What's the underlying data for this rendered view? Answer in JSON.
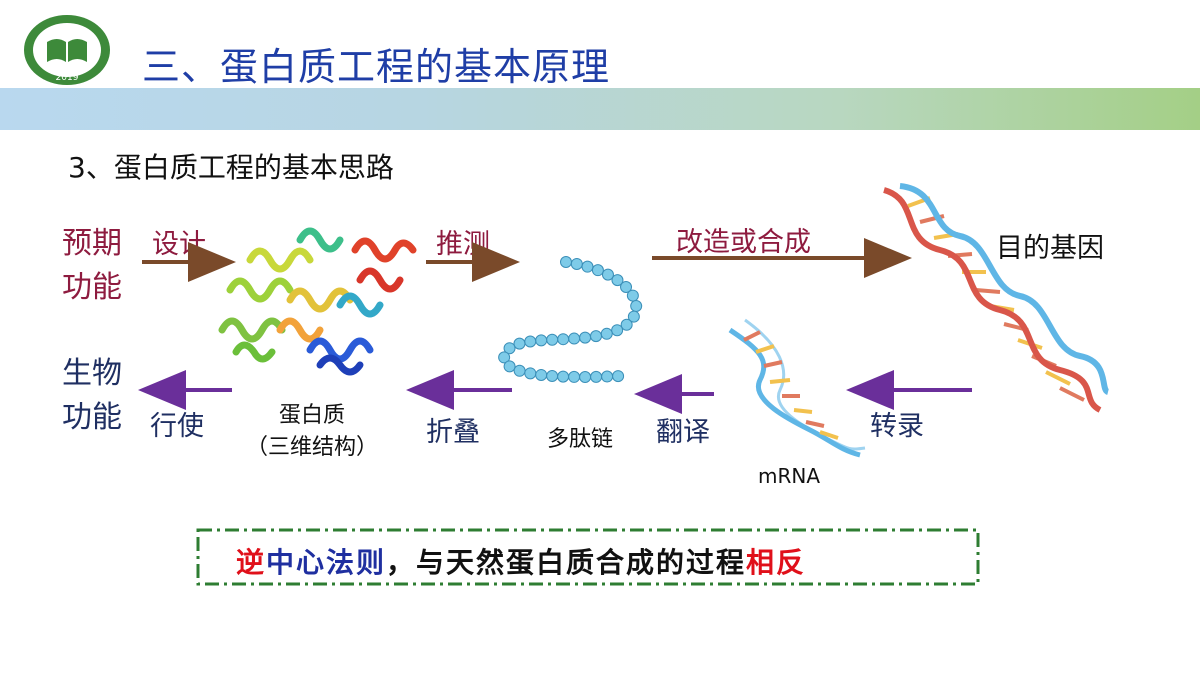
{
  "header": {
    "title": "三、蛋白质工程的基本原理",
    "logo_year": "2019"
  },
  "subtitle": "3、蛋白质工程的基本思路",
  "flow": {
    "top_start": [
      "预期",
      "功能"
    ],
    "bottom_end": [
      "生物",
      "功能"
    ],
    "steps_top": [
      "设计",
      "推测",
      "改造或合成"
    ],
    "steps_bottom": [
      "行使",
      "折叠",
      "翻译",
      "转录"
    ],
    "nodes": {
      "protein": [
        "蛋白质",
        "（三维结构）"
      ],
      "polypeptide": "多肽链",
      "mrna": "mRNA",
      "target_gene": "目的基因"
    }
  },
  "conclusion": {
    "part1": "逆",
    "part2": "中心法则",
    "part3": "，与天然蛋白质合成的过程",
    "part4": "相反"
  },
  "colors": {
    "title": "#1f3ea6",
    "top_text": "#8e1b3f",
    "bottom_text": "#1f2f62",
    "top_arrow": "#7a4a2a",
    "bottom_arrow": "#6a2f9a",
    "dash_border": "#2e7d32",
    "bead": "#7ecbe8"
  }
}
